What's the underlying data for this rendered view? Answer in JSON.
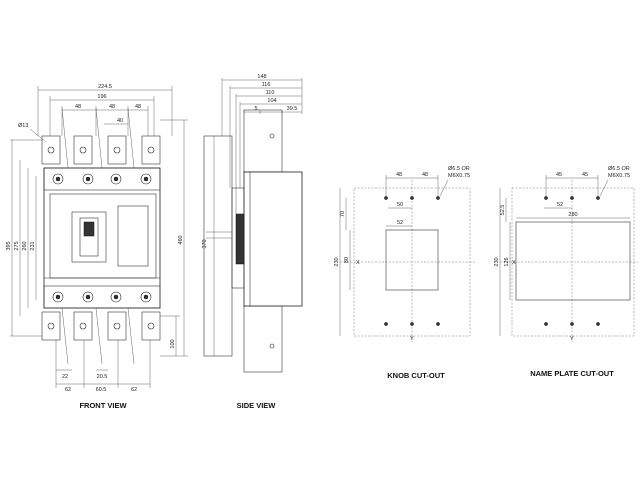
{
  "captions": {
    "front": "FRONT VIEW",
    "side": "SIDE VIEW",
    "knob": "KNOB CUT-OUT",
    "nameplate": "NAME PLATE CUT-OUT"
  },
  "front_dims": {
    "overall_width": "224.5",
    "w196": "196",
    "pitch1": "48",
    "pitch2": "48",
    "pitch3": "48",
    "w40": "40",
    "hole_dia": "Ø13",
    "h395": "395",
    "h275": "275",
    "h260": "260",
    "h231": "231",
    "h460": "460",
    "h100": "100",
    "b22": "22",
    "b62_left": "62",
    "b20_5": "20.5",
    "b60_5": "60.5",
    "b62_right": "62"
  },
  "side_dims": {
    "d148": "148",
    "d116": "116",
    "d110": "110",
    "d104": "104",
    "d5": "5",
    "d39_5": "39.5",
    "h370": "370"
  },
  "knob_dims": {
    "t48a": "48",
    "t48b": "48",
    "screw": "Ø6.5 OR\nM6X0.75",
    "w50": "50",
    "w52": "52",
    "h70": "70",
    "h230": "230",
    "h80": "80",
    "axis_x": "X",
    "axis_y": "Y"
  },
  "nameplate_dims": {
    "t45a": "45",
    "t45b": "45",
    "screw": "Ø6.5 OR\nM6X0.75",
    "w52": "52",
    "w280": "280",
    "h52_5": "52.5",
    "h230": "230",
    "h126": "126",
    "axis_x": "X",
    "axis_y": "Y"
  }
}
